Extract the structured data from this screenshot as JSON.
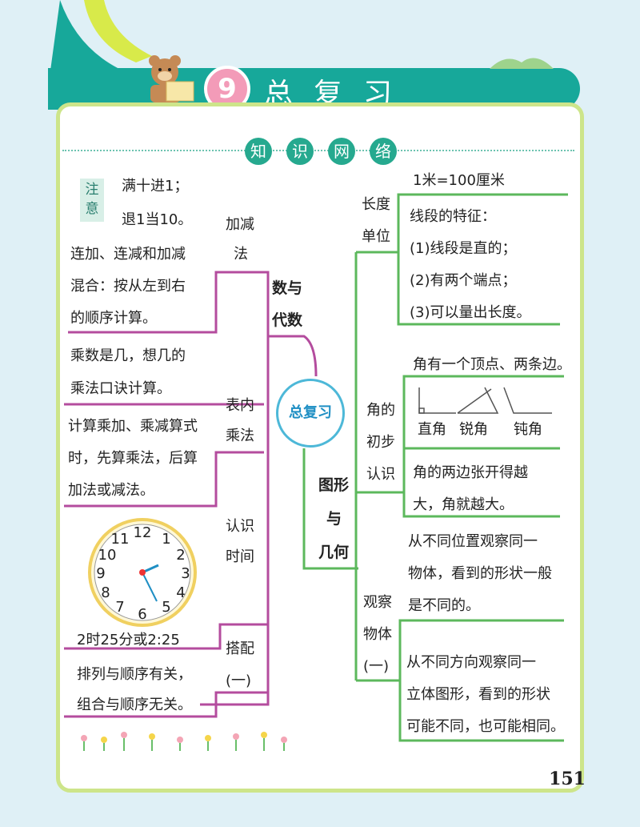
{
  "chapter": {
    "number": "9",
    "title": "总复习"
  },
  "section_title": [
    "知",
    "识",
    "网",
    "络"
  ],
  "center_label": "总复习",
  "left": {
    "note_label": "注意",
    "note_lines": [
      "满十进1；",
      "退1当10。"
    ],
    "branch_main": "数与代数",
    "jiajian": {
      "label_1": "加减",
      "label_2": "法",
      "lines": [
        "连加、连减和加减",
        "混合：按从左到右",
        "的顺序计算。"
      ]
    },
    "biaonei": {
      "label_1": "表内",
      "label_2": "乘法",
      "box1": [
        "乘数是几，想几的",
        "乘法口诀计算。"
      ],
      "box2": [
        "计算乘加、乘减算式",
        "时，先算乘法，后算",
        "加法或减法。"
      ]
    },
    "time": {
      "label_1": "认识",
      "label_2": "时间",
      "caption": "2时25分或2:25"
    },
    "dapei": {
      "label_1": "搭配",
      "label_2": "(一)",
      "lines": [
        "排列与顺序有关，",
        "组合与顺序无关。"
      ]
    }
  },
  "right": {
    "branch_1": "图形",
    "branch_2": "与",
    "branch_3": "几何",
    "length": {
      "label_1": "长度",
      "label_2": "单位",
      "fact": "1米=100厘米",
      "lines": [
        "线段的特征：",
        "(1)线段是直的；",
        "(2)有两个端点；",
        "(3)可以量出长度。"
      ]
    },
    "angle": {
      "label_1": "角的",
      "label_2": "初步",
      "label_3": "认识",
      "fact": "角有一个顶点、两条边。",
      "types": [
        "直角",
        "锐角",
        "钝角"
      ],
      "lines": [
        "角的两边张开得越",
        "大，角就越大。"
      ]
    },
    "observe": {
      "label_1": "观察",
      "label_2": "物体",
      "label_3": "(一)",
      "box1": [
        "从不同位置观察同一",
        "物体，看到的形状一般",
        "是不同的。"
      ],
      "box2": [
        "从不同方向观察同一",
        "立体图形，看到的形状",
        "可能不同，也可能相同。"
      ]
    }
  },
  "page_number": "151",
  "colors": {
    "teal": "#17a89a",
    "pink_line": "#b44c9e",
    "green_line": "#5cb85c",
    "card_border": "#cde58a"
  }
}
